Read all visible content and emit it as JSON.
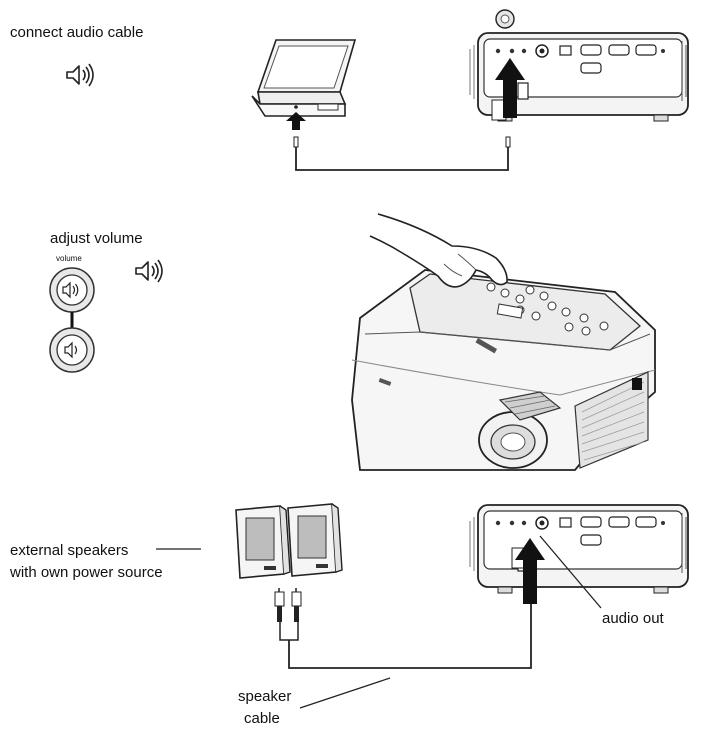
{
  "labels": {
    "connect_audio_cable": "connect audio cable",
    "adjust_volume": "adjust volume",
    "volume": "volume",
    "external_speakers_line1": "external speakers",
    "external_speakers_line2": "with own power source",
    "audio_out": "audio out",
    "speaker_line1": "speaker",
    "speaker_line2": "cable"
  },
  "icons": {
    "speaker_volume": "speaker-volume-icon",
    "volume_up": "volume-up-button-icon",
    "volume_down": "volume-down-button-icon",
    "arrow": "up-arrow-icon"
  },
  "colors": {
    "line": "#222222",
    "fill_light": "#f2f2f2",
    "fill_mid": "#d9d9d9",
    "arrow": "#111111"
  }
}
